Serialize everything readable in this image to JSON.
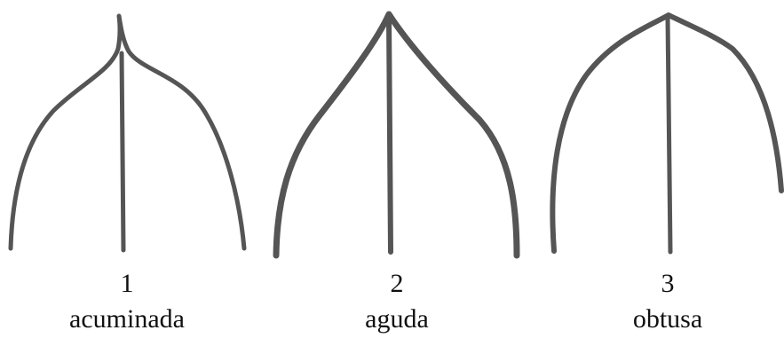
{
  "leaves": [
    {
      "number": "1",
      "name": "acuminada"
    },
    {
      "number": "2",
      "name": "aguda"
    },
    {
      "number": "3",
      "name": "obtusa"
    }
  ],
  "style": {
    "stroke_color": "#555555",
    "background": "#ffffff"
  }
}
